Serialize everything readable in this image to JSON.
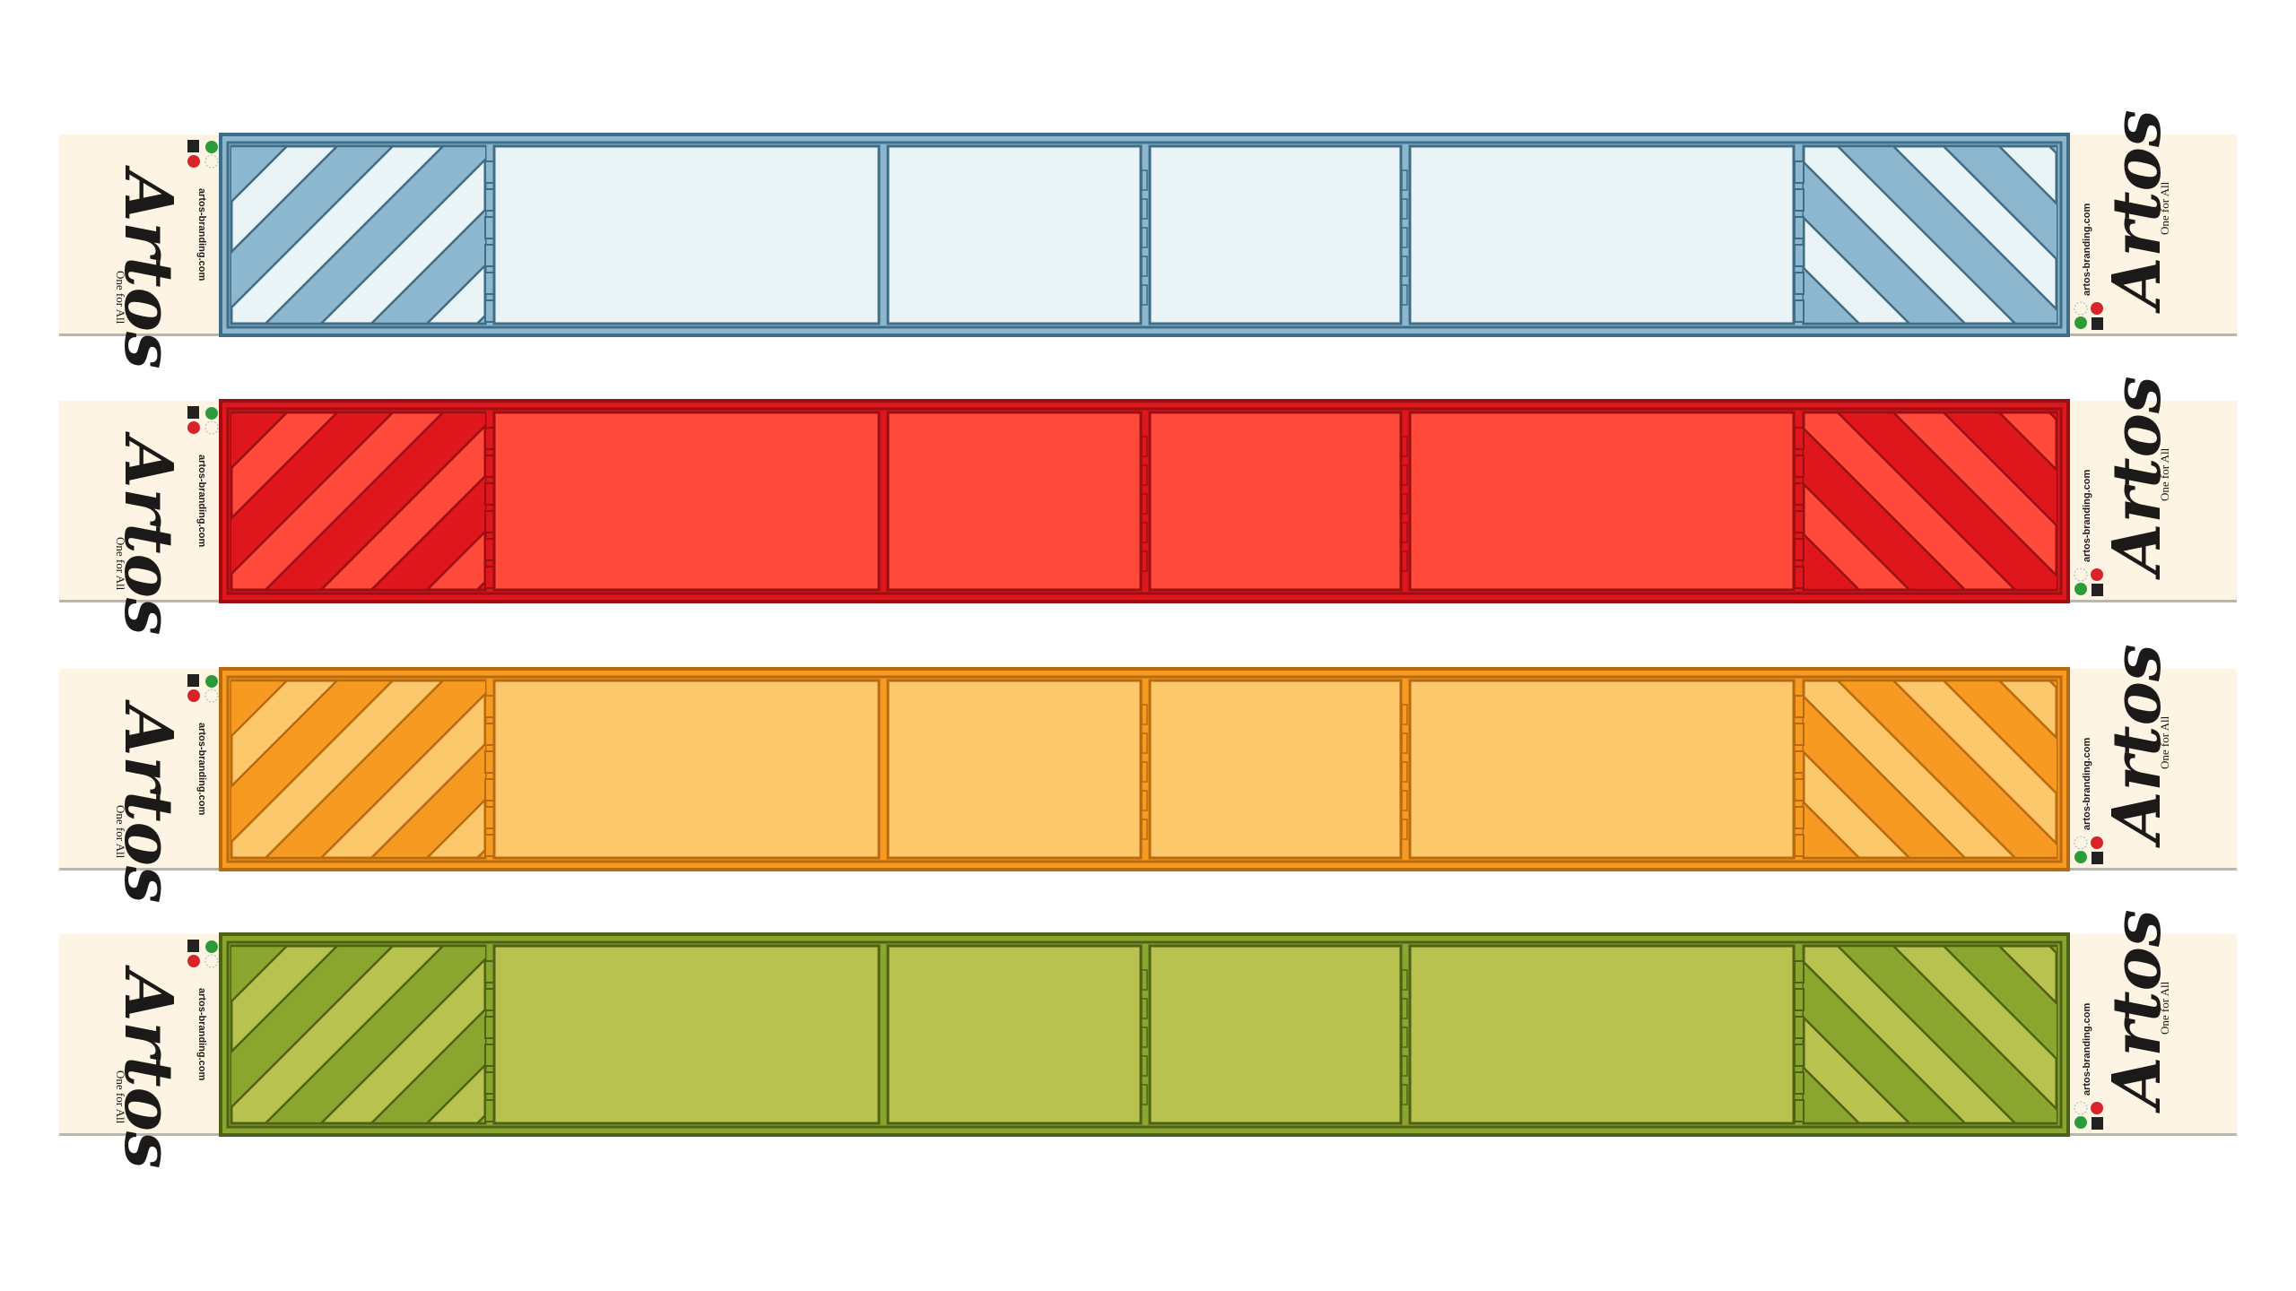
{
  "brand": {
    "logo": "Artos",
    "tagline": "One for All",
    "url": "artos-branding.com"
  },
  "bands": [
    {
      "name": "blue",
      "strap": "#8db7cf",
      "panel": "#eaf3f6",
      "stroke": "#3f6c86",
      "light_stripe": "#eaf3f6"
    },
    {
      "name": "red",
      "strap": "#e0161d",
      "panel": "#ff4a3b",
      "stroke": "#9a0f12",
      "light_stripe": "#ff4a3b"
    },
    {
      "name": "orange",
      "strap": "#f79a21",
      "panel": "#fdc76c",
      "stroke": "#b86a10",
      "light_stripe": "#fdc76c"
    },
    {
      "name": "green",
      "strap": "#8aa62e",
      "panel": "#b8c24f",
      "stroke": "#4d6216",
      "light_stripe": "#b8c24f"
    }
  ]
}
